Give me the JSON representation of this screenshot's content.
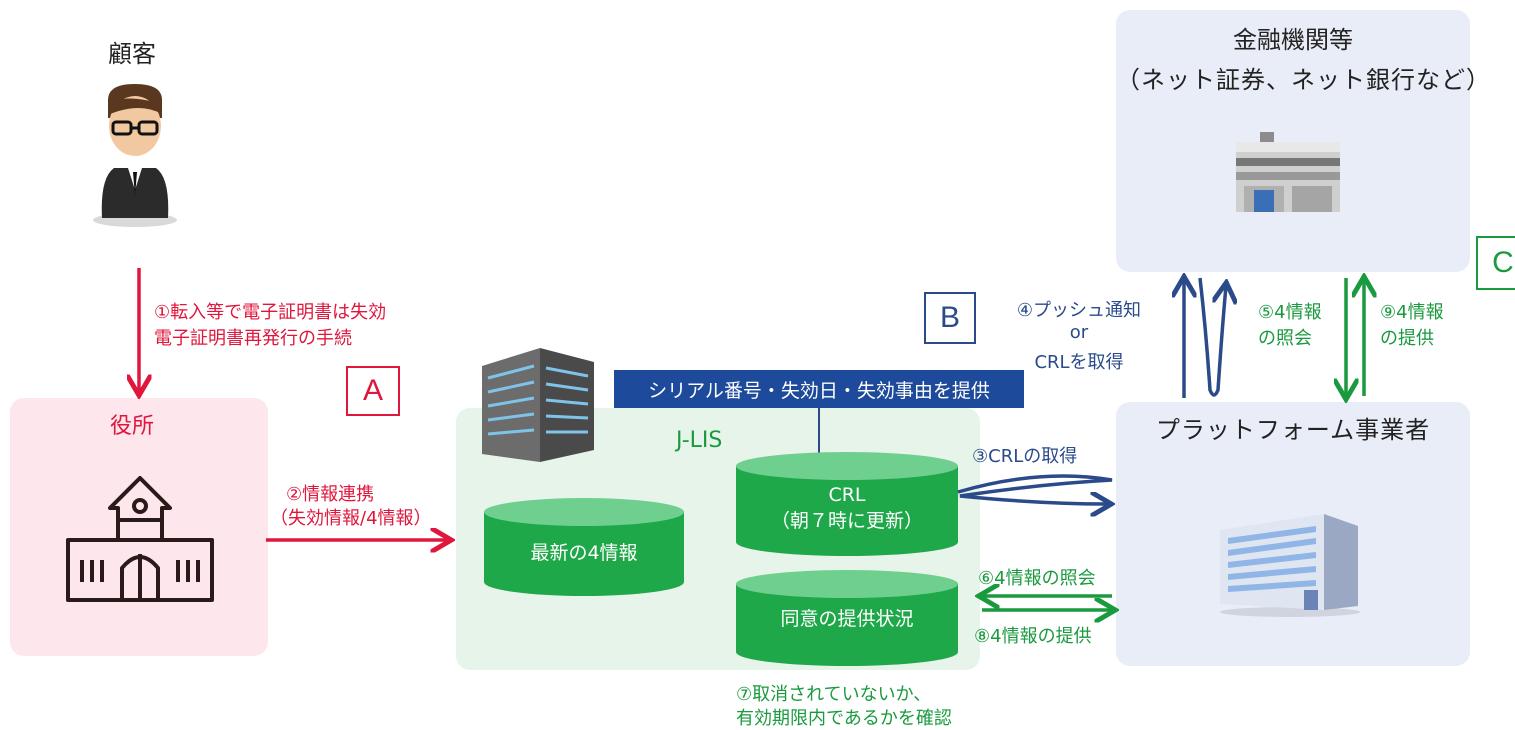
{
  "customer": {
    "label": "顧客"
  },
  "city_office": {
    "label": "役所"
  },
  "jlis": {
    "label": "J-LIS"
  },
  "financial": {
    "title_line1": "金融機関等",
    "title_line2": "（ネット証券、ネット銀行など）"
  },
  "platform": {
    "label": "プラットフォーム事業者"
  },
  "serial_banner": {
    "text": "シリアル番号・失効日・失効事由を提供"
  },
  "databases": {
    "latest_info": "最新の4情報",
    "crl_line1": "CRL",
    "crl_line2": "（朝７時に更新）",
    "consent_status": "同意の提供状況"
  },
  "tags": {
    "a": "A",
    "b": "B",
    "c": "C"
  },
  "steps": {
    "s1_line1": "①転入等で電子証明書は失効",
    "s1_line2": "電子証明書再発行の手続",
    "s2_line1": "②情報連携",
    "s2_line2": "（失効情報/4情報）",
    "s3": "③CRLの取得",
    "s4_line1": "④プッシュ通知",
    "s4_line2": "or",
    "s4_line3": "CRLを取得",
    "s5_line1": "⑤4情報",
    "s5_line2": "の照会",
    "s6": "⑥4情報の照会",
    "s7_line1": "⑦取消されていないか、",
    "s7_line2": "有効期限内であるかを確認",
    "s8": "⑧4情報の提供",
    "s9_line1": "⑨4情報",
    "s9_line2": "の提供"
  },
  "colors": {
    "red": "#e0163c",
    "green": "#1a9a3e",
    "navy": "#2a4a8a",
    "banner": "#1e4a9c",
    "cylinder": "#1fa84a",
    "cylinder_top": "#6fcf8e",
    "office_bg": "#fde6ec",
    "jlis_bg": "#e6f4ea",
    "platform_bg": "#e9edf7"
  }
}
